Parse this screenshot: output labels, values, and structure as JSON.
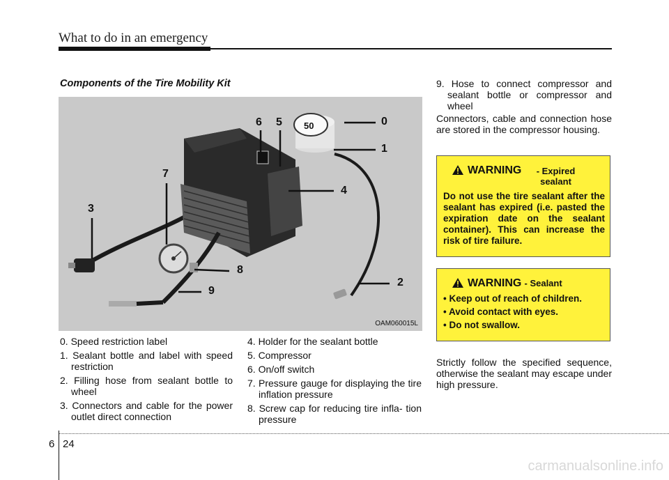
{
  "header": {
    "title": "What to do in an emergency"
  },
  "section_title": "Components of the Tire Mobility Kit",
  "figure": {
    "callouts": [
      "0",
      "1",
      "2",
      "3",
      "4",
      "5",
      "6",
      "7",
      "8",
      "9"
    ],
    "image_code": "OAM060015L",
    "cap_text": "50"
  },
  "components_left": [
    "0. Speed restriction label",
    "1. Sealant bottle and label with speed restriction",
    "2. Filling hose from sealant bottle to wheel",
    "3. Connectors and cable for the power outlet direct connection"
  ],
  "components_mid": [
    "4. Holder for the sealant bottle",
    "5. Compressor",
    "6. On/off switch",
    "7. Pressure gauge for displaying the tire inflation pressure",
    "8. Screw cap for reducing tire infla- tion pressure"
  ],
  "components_right": [
    "9. Hose to connect compressor and sealant bottle or compressor and wheel"
  ],
  "storage_note": "Connectors, cable and connection hose are stored in the compressor housing.",
  "warning1": {
    "label": "WARNING",
    "topic": "- Expired sealant",
    "body": "Do not use the tire sealant after the sealant has expired (i.e. pasted the expiration date on the sealant container). This can increase the risk of tire failure."
  },
  "warning2": {
    "label": "WARNING",
    "topic": "- Sealant",
    "bullets": [
      "• Keep out of reach of children.",
      "• Avoid contact with eyes.",
      "• Do not swallow."
    ]
  },
  "sequence_note": "Strictly follow the specified sequence, otherwise the sealant may escape under high pressure.",
  "footer": {
    "chapter": "6",
    "page": "24"
  },
  "watermark": "carmanualsonline.info",
  "colors": {
    "warning_bg": "#fff23b",
    "figure_bg": "#c9c9c9"
  }
}
